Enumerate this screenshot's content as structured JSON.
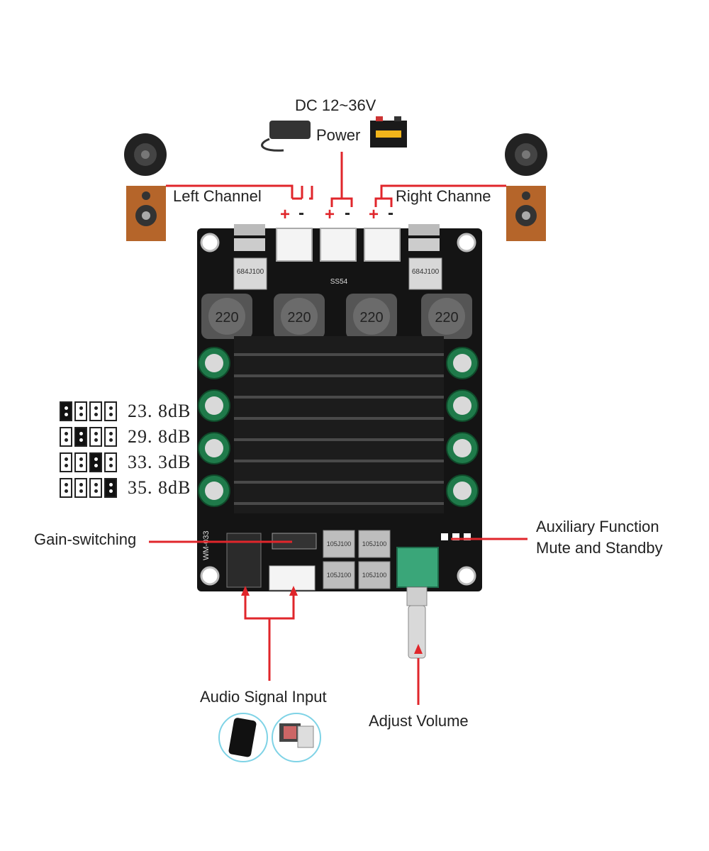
{
  "power": {
    "line1": "DC 12~36V",
    "line2": "Power"
  },
  "channels": {
    "left": "Left Channel",
    "right": "Right Channe"
  },
  "polarity": {
    "plus": "+",
    "minus": "-"
  },
  "board": {
    "inductor_value": "220",
    "capacitor_code": "684J100",
    "film_caps": [
      "105J100",
      "105J100",
      "105J100",
      "105J100"
    ],
    "model": "WM-033",
    "diode": "SS54"
  },
  "gain": {
    "rows": [
      {
        "label": "23. 8dB",
        "active": 0
      },
      {
        "label": "29. 8dB",
        "active": 1
      },
      {
        "label": "33. 3dB",
        "active": 2
      },
      {
        "label": "35. 8dB",
        "active": 3
      }
    ]
  },
  "callouts": {
    "gain_switching": "Gain-switching",
    "aux_line1": "Auxiliary Function",
    "aux_line2": "Mute and Standby",
    "audio_input": "Audio Signal Input",
    "adjust_volume": "Adjust Volume"
  },
  "colors": {
    "callout_line": "#e0262b",
    "board": "#111111",
    "heatsink": "#1c1c1c",
    "capacitor": "#1f7a4a",
    "speaker_wood": "#b5652a"
  }
}
